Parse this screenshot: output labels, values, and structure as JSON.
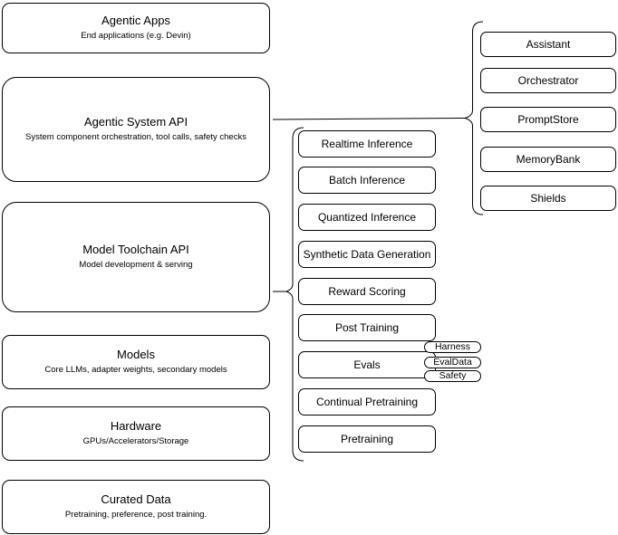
{
  "diagram": {
    "layers": [
      {
        "title": "Agentic Apps",
        "subtitle": "End applications (e.g. Devin)"
      },
      {
        "title": "Agentic System API",
        "subtitle": "System component orchestration, tool calls, safety checks"
      },
      {
        "title": "Model Toolchain API",
        "subtitle": "Model development & serving"
      },
      {
        "title": "Models",
        "subtitle": "Core LLMs, adapter weights, secondary models"
      },
      {
        "title": "Hardware",
        "subtitle": "GPUs/Accelerators/Storage"
      },
      {
        "title": "Curated Data",
        "subtitle": "Pretraining, preference, post training."
      }
    ],
    "toolchain_components": [
      "Realtime Inference",
      "Batch Inference",
      "Quantized Inference",
      "Synthetic Data Generation",
      "Reward Scoring",
      "Post Training",
      "Evals",
      "Continual Pretraining",
      "Pretraining"
    ],
    "evals_components": [
      "Harness",
      "EvalData",
      "Safety"
    ],
    "system_components": [
      "Assistant",
      "Orchestrator",
      "PromptStore",
      "MemoryBank",
      "Shields"
    ],
    "colors": {
      "stroke": "#000000",
      "fill": "#ffffff",
      "text": "#000000",
      "background": "#ffffff"
    }
  }
}
